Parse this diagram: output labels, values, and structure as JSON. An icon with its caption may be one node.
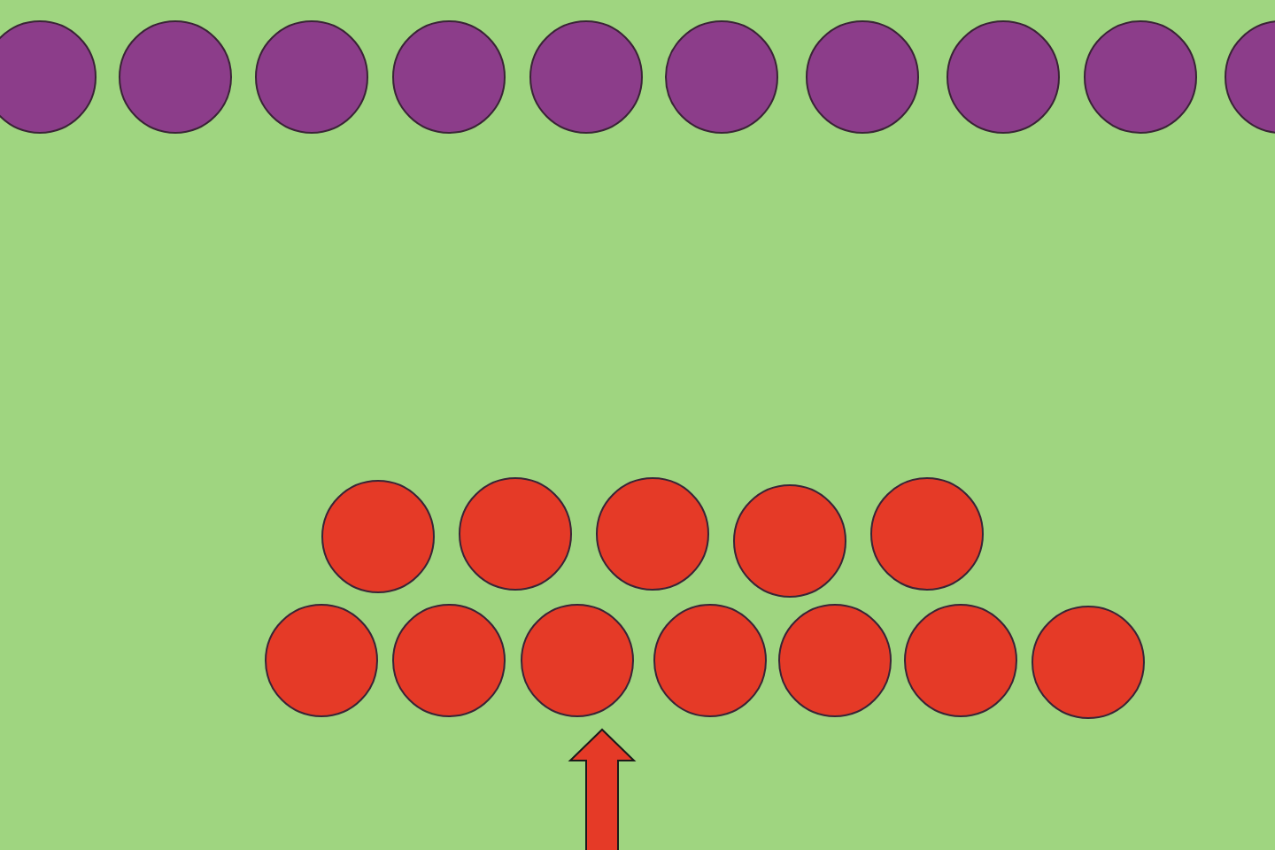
{
  "diagram": {
    "nodes": [
      {
        "text": [],
        "shape": "circle"
      },
      {
        "text": [],
        "shape": "circle"
      },
      {
        "text": [],
        "shape": "circle"
      },
      {
        "text": [],
        "shape": "circle"
      },
      {
        "text": [],
        "shape": "circle"
      },
      {
        "text": [],
        "shape": "circle"
      },
      {
        "text": [],
        "shape": "circle"
      },
      {
        "text": [],
        "shape": "circle"
      },
      {
        "text": [],
        "shape": "circle"
      },
      {
        "text": [],
        "shape": "circle"
      },
      {
        "text": [],
        "shape": "circle"
      },
      {
        "text": [],
        "shape": "circle"
      },
      {
        "text": [],
        "shape": "circle"
      },
      {
        "text": [],
        "shape": "circle"
      },
      {
        "text": [],
        "shape": "circle"
      },
      {
        "text": [],
        "shape": "circle"
      },
      {
        "text": [],
        "shape": "circle"
      },
      {
        "text": [],
        "shape": "circle"
      },
      {
        "text": [],
        "shape": "circle"
      },
      {
        "text": [],
        "shape": "circle"
      },
      {
        "text": [],
        "shape": "circle"
      },
      {
        "text": [],
        "shape": "circle"
      }
    ],
    "edges": [
      {
        "from": null,
        "to": 17,
        "arrow": "to"
      }
    ]
  }
}
